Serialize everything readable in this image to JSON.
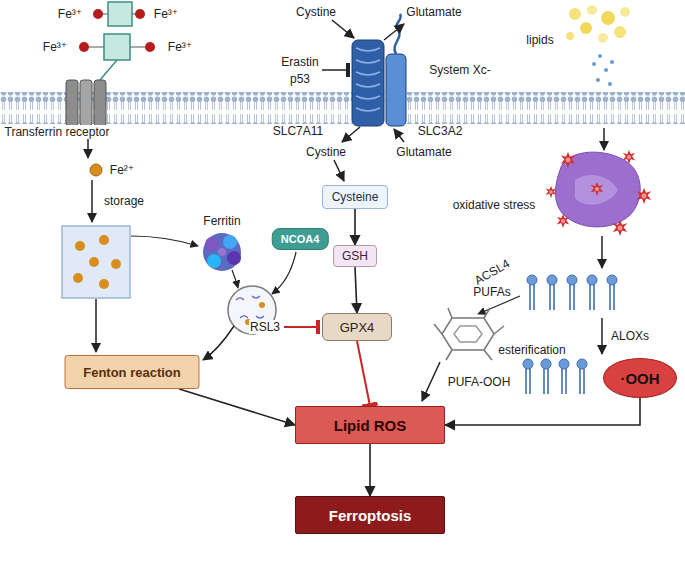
{
  "diagram": {
    "nodes": [
      {
        "text": [
          "Cysteine"
        ]
      },
      {
        "text": [
          "NCOA4"
        ]
      },
      {
        "text": [
          "GSH"
        ]
      },
      {
        "text": [
          "GPX4"
        ]
      },
      {
        "text": [
          "Fenton reaction"
        ]
      },
      {
        "text": [
          "·OOH"
        ]
      },
      {
        "text": [
          "Lipid ROS"
        ]
      },
      {
        "text": [
          "Ferroptosis"
        ]
      }
    ],
    "edges": [
      {
        "from": 0,
        "to": 2,
        "arrow": "to"
      },
      {
        "from": 2,
        "to": 3,
        "arrow": "to"
      },
      {
        "from": 3,
        "to": 6,
        "arrow": "to"
      },
      {
        "from": 4,
        "to": 6,
        "arrow": "to"
      },
      {
        "from": 5,
        "to": 6,
        "arrow": "to"
      },
      {
        "from": 6,
        "to": 7,
        "arrow": "to"
      }
    ],
    "labels": [
      "Fe³⁺",
      "Fe³⁺",
      "Cystine",
      "Glutamate",
      "lipids",
      "Fe³⁺",
      "Fe³⁺",
      "Erastin",
      "System Xc-",
      "p53",
      "SLC7A11",
      "SLC3A2",
      "Transferrin receptor",
      "Cystine",
      "Glutamate",
      "Fe²⁺",
      "storage",
      "oxidative stress",
      "Ferritin",
      "ACSL4",
      "PUFAs",
      "esterification",
      "ALOXs",
      "RSL3",
      "PUFA-OOH"
    ]
  }
}
